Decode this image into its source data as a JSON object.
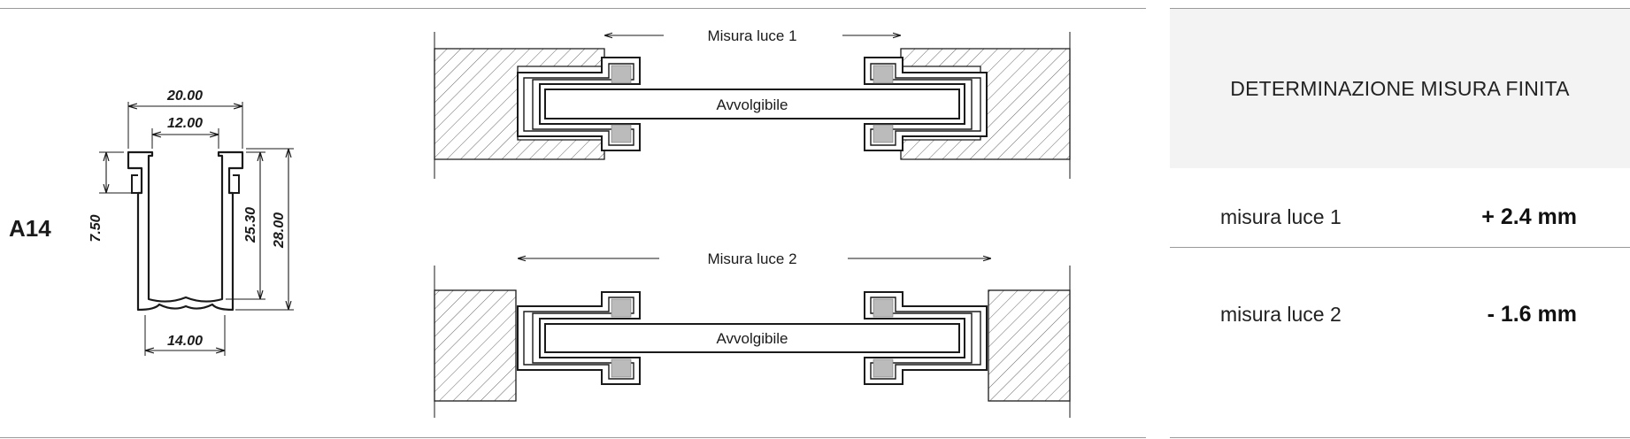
{
  "profile": {
    "code": "A14",
    "dims": {
      "top_outer": "20.00",
      "top_inner": "12.00",
      "lip_height": "7.50",
      "inner_height": "25.30",
      "outer_height": "28.00",
      "bottom_width": "14.00"
    }
  },
  "sections": {
    "top": {
      "measure_label": "Misura luce 1",
      "blind_label": "Avvolgibile"
    },
    "bottom": {
      "measure_label": "Misura luce 2",
      "blind_label": "Avvolgibile"
    }
  },
  "table": {
    "header": "DETERMINAZIONE MISURA FINITA",
    "rows": [
      {
        "label": "misura luce 1",
        "value": "+ 2.4 mm"
      },
      {
        "label": "misura luce 2",
        "value": "- 1.6 mm"
      }
    ]
  },
  "colors": {
    "line": "#1a1a1a",
    "hatch": "#555555",
    "header_bg": "#f3f3f3",
    "brush": "#888888"
  }
}
